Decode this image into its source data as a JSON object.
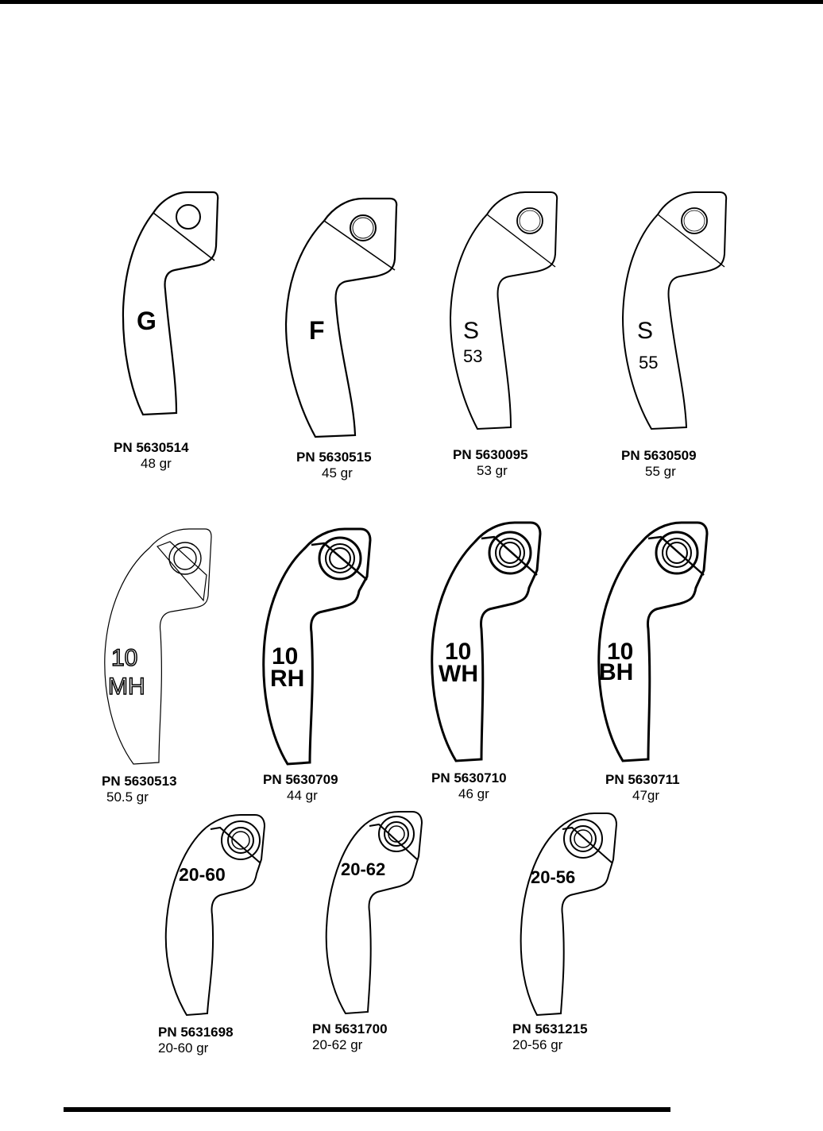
{
  "parts": [
    {
      "marking": [
        "G"
      ],
      "pn": "PN  5630514",
      "weight": "48 gr"
    },
    {
      "marking": [
        "F"
      ],
      "pn": "PN 5630515",
      "weight": "45 gr"
    },
    {
      "marking": [
        "S",
        "53"
      ],
      "pn": "PN 5630095",
      "weight": "53 gr"
    },
    {
      "marking": [
        "S",
        "55"
      ],
      "pn": "PN 5630509",
      "weight": "55 gr"
    },
    {
      "marking": [
        "10",
        "MH"
      ],
      "pn": "PN 5630513",
      "weight": "50.5 gr"
    },
    {
      "marking": [
        "10",
        "RH"
      ],
      "pn": "PN 5630709",
      "weight": "44 gr"
    },
    {
      "marking": [
        "10",
        "WH"
      ],
      "pn": "PN 5630710",
      "weight": "46 gr"
    },
    {
      "marking": [
        "10",
        "BH"
      ],
      "pn": "PN 5630711",
      "weight": "47gr"
    },
    {
      "marking": [
        "20-60"
      ],
      "pn": "PN 5631698",
      "weight": "20-60 gr"
    },
    {
      "marking": [
        "20-62"
      ],
      "pn": "PN 5631700",
      "weight": "20-62 gr"
    },
    {
      "marking": [
        "20-56"
      ],
      "pn": "PN  5631215",
      "weight": "20-56 gr"
    }
  ]
}
